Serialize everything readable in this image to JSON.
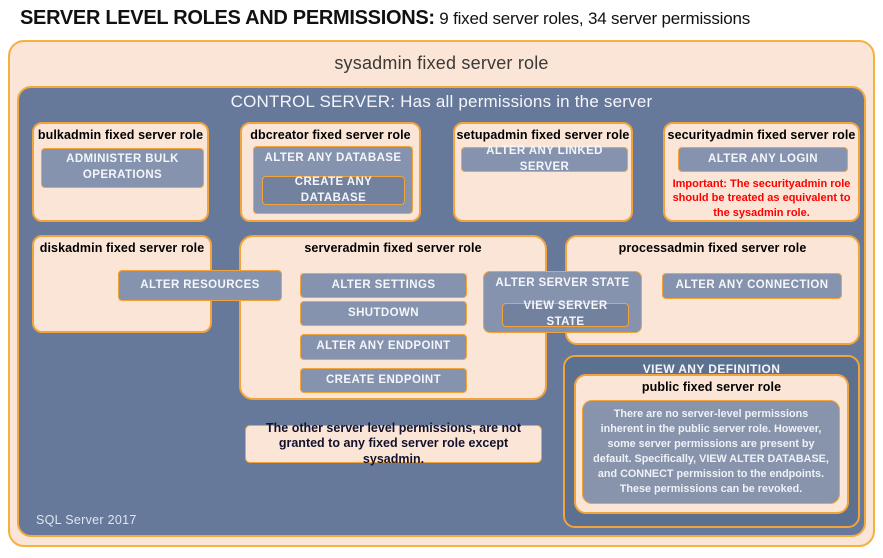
{
  "header": {
    "title_strong": "SERVER LEVEL ROLES AND PERMISSIONS:",
    "title_sub": " 9 fixed server roles, 34 server permissions"
  },
  "sysadmin_label": "sysadmin fixed server role",
  "control_server_label": "CONTROL SERVER: Has all permissions in the server",
  "roles": {
    "bulkadmin": {
      "title": "bulkadmin fixed server role",
      "permission": "ADMINISTER BULK OPERATIONS"
    },
    "dbcreator": {
      "title": "dbcreator fixed server role",
      "permission_outer": "ALTER ANY DATABASE",
      "permission_inner": "CREATE ANY DATABASE"
    },
    "setupadmin": {
      "title": "setupadmin fixed server role",
      "permission": "ALTER ANY LINKED SERVER"
    },
    "securityadmin": {
      "title": "securityadmin fixed server role",
      "permission": "ALTER ANY LOGIN",
      "warning": "Important: The securityadmin role should be treated as equivalent to the sysadmin role."
    },
    "diskadmin": {
      "title": "diskadmin fixed server role",
      "permission": "ALTER RESOURCES"
    },
    "serveradmin": {
      "title": "serveradmin fixed server role",
      "permissions": [
        "ALTER SETTINGS",
        "SHUTDOWN",
        "ALTER ANY ENDPOINT",
        "CREATE ENDPOINT"
      ]
    },
    "shared_state": {
      "permission_outer": "ALTER SERVER STATE",
      "permission_inner": "VIEW SERVER STATE"
    },
    "processadmin": {
      "title": "processadmin fixed server role",
      "permission": "ALTER ANY CONNECTION"
    },
    "public": {
      "panel_title": "VIEW ANY DEFINITION",
      "title": "public fixed server role",
      "description": "There are no server-level permissions inherent in the public server role. However, some server permissions are present by default. Specifically, VIEW ALTER DATABASE, and CONNECT permission to the endpoints. These permissions can be revoked."
    }
  },
  "note": "The other server level permissions, are not granted to any fixed server role except sysadmin.",
  "footer": "SQL Server 2017",
  "colors": {
    "peach": "#FBE5D6",
    "gold_border": "#F2A33C",
    "panel_blue": "#66799B",
    "permission_fill": "#8593AE",
    "permission_fill_dark": "#72819E",
    "dark_panel": "#5C7090",
    "warning_red": "#FF0000"
  }
}
